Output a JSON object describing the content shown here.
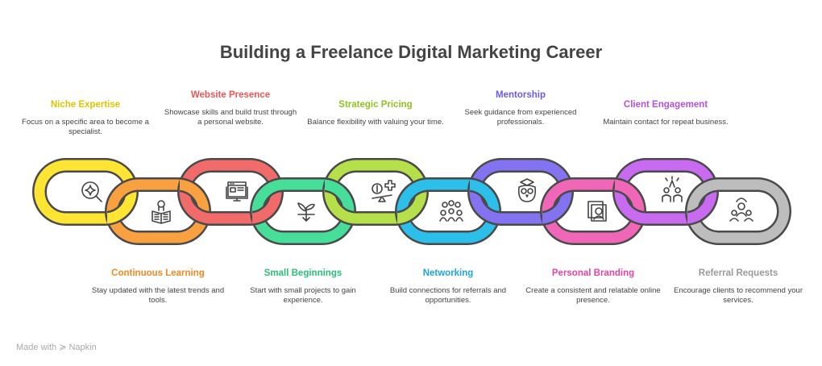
{
  "title": "Building a Freelance Digital Marketing Career",
  "steps": [
    {
      "title": "Niche Expertise",
      "desc": "Focus on a specific area to become a specialist.",
      "color": "#FFE533",
      "text_color": "#E0C400",
      "icon": "search-sparkle-icon",
      "row": "top"
    },
    {
      "title": "Continuous Learning",
      "desc": "Stay updated with the latest trends and tools.",
      "color": "#F9A040",
      "text_color": "#F08A24",
      "icon": "reading-person-icon",
      "row": "bottom"
    },
    {
      "title": "Website Presence",
      "desc": "Showcase skills and build trust through a personal website.",
      "color": "#F26B6B",
      "text_color": "#EE5555",
      "icon": "website-monitor-icon",
      "row": "top"
    },
    {
      "title": "Small Beginnings",
      "desc": "Start with small projects to gain experience.",
      "color": "#47DE9A",
      "text_color": "#2DBE7A",
      "icon": "sprout-icon",
      "row": "bottom"
    },
    {
      "title": "Strategic Pricing",
      "desc": "Balance flexibility with valuing your time.",
      "color": "#B5E04A",
      "text_color": "#8FC21F",
      "icon": "pricing-scale-icon",
      "row": "top"
    },
    {
      "title": "Networking",
      "desc": "Build connections for referrals and opportunities.",
      "color": "#2BBFEA",
      "text_color": "#1FA6D6",
      "icon": "people-network-icon",
      "row": "bottom"
    },
    {
      "title": "Mentorship",
      "desc": "Seek guidance from experienced professionals.",
      "color": "#8473F0",
      "text_color": "#6B5BE6",
      "icon": "owl-graduate-icon",
      "row": "top"
    },
    {
      "title": "Personal Branding",
      "desc": "Create a consistent and relatable online presence.",
      "color": "#F067B8",
      "text_color": "#E6459E",
      "icon": "profile-card-icon",
      "row": "bottom"
    },
    {
      "title": "Client Engagement",
      "desc": "Maintain contact for repeat business.",
      "color": "#C86BF0",
      "text_color": "#B64FE0",
      "icon": "high-five-icon",
      "row": "top"
    },
    {
      "title": "Referral Requests",
      "desc": "Encourage clients to recommend your services.",
      "color": "#BDBDBD",
      "text_color": "#9A9A9A",
      "icon": "referral-group-icon",
      "row": "bottom"
    }
  ],
  "footer": "Made with ≽ Napkin"
}
